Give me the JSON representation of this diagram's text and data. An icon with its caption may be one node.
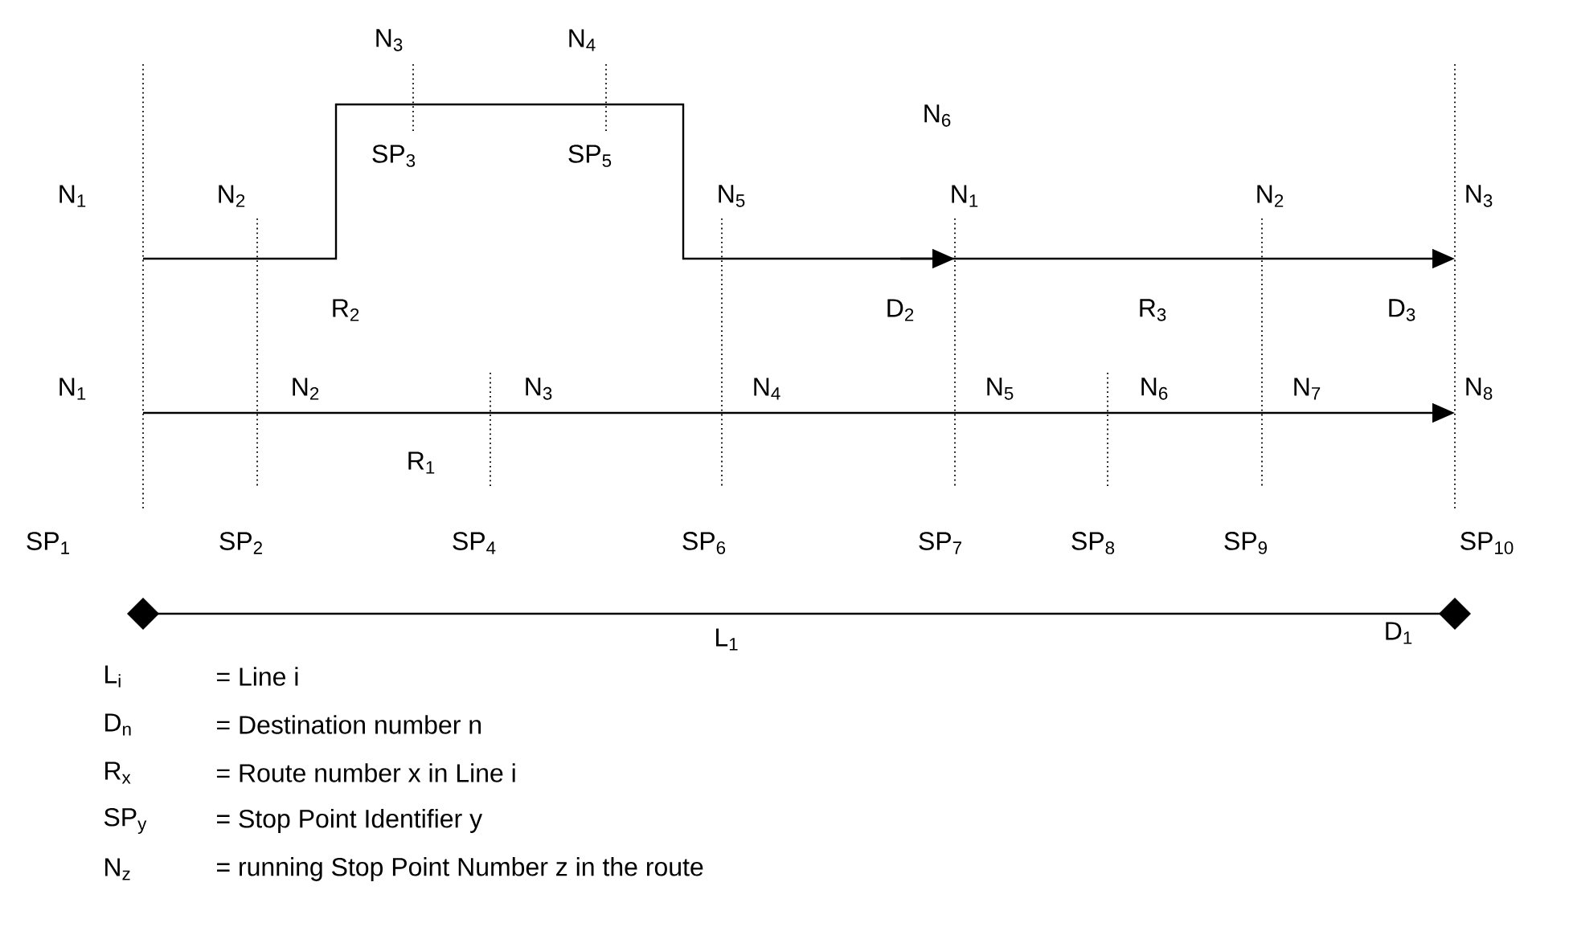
{
  "diagram": {
    "labels": [
      "N$_{3}$",
      "N$_{4}$",
      "N$_{6}$",
      "SP$_{3}$",
      "SP$_{5}$",
      "N$_{1}$",
      "N$_{2}$",
      "N$_{5}$",
      "N$_{1}$",
      "N$_{2}$",
      "N$_{3}$",
      "R$_{2}$",
      "D$_{2}$",
      "R$_{3}$",
      "D$_{3}$",
      "N$_{1}$",
      "N$_{2}$",
      "N$_{3}$",
      "N$_{4}$",
      "N$_{5}$",
      "N$_{6}$",
      "N$_{7}$",
      "N$_{8}$",
      "R$_{1}$",
      "SP$_{1}$",
      "SP$_{2}$",
      "SP$_{4}$",
      "SP$_{6}$",
      "SP$_{7}$",
      "SP$_{8}$",
      "SP$_{9}$",
      "SP$_{10}$",
      "L$_{1}$",
      "D$_{1}$",
      "L$_{i}$",
      "= Line i",
      "D$_{n}$",
      "= Destination number n",
      "R$_{x}$",
      "= Route number x in Line i",
      "SP$_{y}$",
      "= Stop Point Identifier y",
      "N$_{z}$",
      "= running Stop Point Number z in the route"
    ]
  }
}
